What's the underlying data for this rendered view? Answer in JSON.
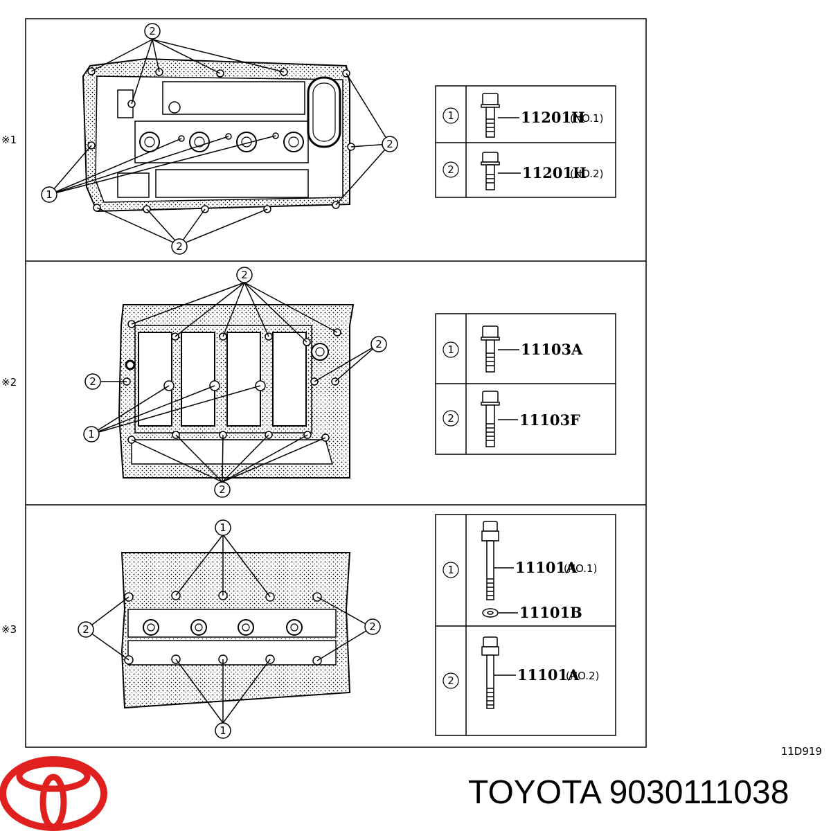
{
  "sections": [
    {
      "mark": "※1",
      "callout_1": "1",
      "callout_2": "2",
      "parts": [
        {
          "index": "1",
          "code": "11201H",
          "note": "(NO.1)"
        },
        {
          "index": "2",
          "code": "11201H",
          "note": "(NO.2)"
        }
      ]
    },
    {
      "mark": "※2",
      "callout_1": "1",
      "callout_2": "2",
      "parts": [
        {
          "index": "1",
          "code": "11103A",
          "note": ""
        },
        {
          "index": "2",
          "code": "11103F",
          "note": ""
        }
      ]
    },
    {
      "mark": "※3",
      "callout_1": "1",
      "callout_2": "2",
      "parts": [
        {
          "index": "1",
          "code": "11101A",
          "note": "(NO.1)",
          "extra_code": "11101B"
        },
        {
          "index": "2",
          "code": "11101A",
          "note": "(NO.2)"
        }
      ]
    }
  ],
  "figure_ref": "11D919",
  "caption": "TOYOTA 9030111038",
  "colors": {
    "logo": "#e0201f",
    "line": "#000000"
  }
}
